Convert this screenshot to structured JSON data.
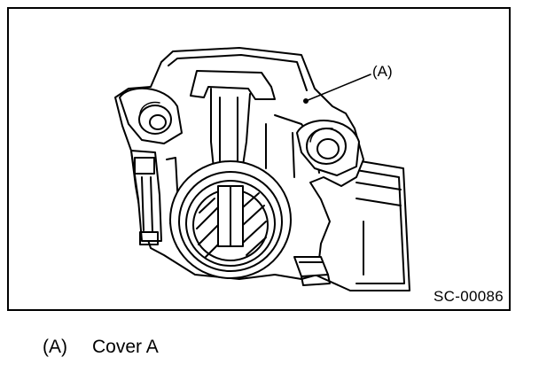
{
  "figure": {
    "callout_label": "(A)",
    "figure_code": "SC-00086",
    "illustration": "distributor-cover-icon"
  },
  "legend": [
    {
      "key": "(A)",
      "text": "Cover A"
    }
  ]
}
